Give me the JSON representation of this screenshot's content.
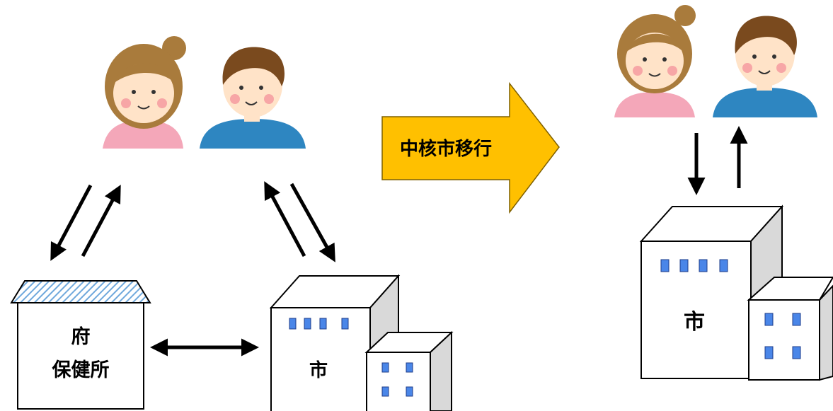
{
  "transition": {
    "label": "中核市移行"
  },
  "before": {
    "health_center": {
      "line1": "府",
      "line2": "保健所"
    },
    "city": {
      "label": "市"
    }
  },
  "after": {
    "city": {
      "label": "市"
    }
  },
  "colors": {
    "arrow_fill": "#FFC000",
    "woman_shirt": "#F4A7B9",
    "man_shirt": "#2E86C1",
    "hair_brown": "#A97B3C",
    "man_hair": "#7A4A1E",
    "skin": "#FFE3C8",
    "window_blue": "#4A86E8",
    "roof_stripe": "#6FA8DC"
  }
}
